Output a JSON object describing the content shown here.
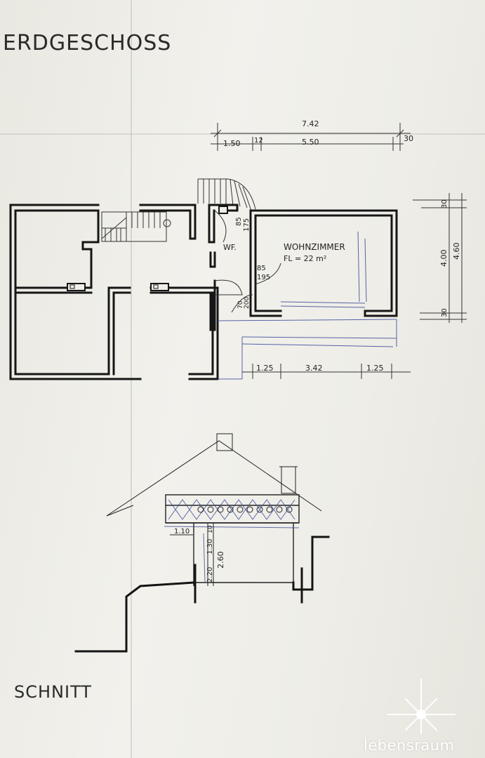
{
  "titles": {
    "floor": "ERDGESCHOSS",
    "section": "SCHNITT"
  },
  "dims_top": {
    "total": "7.42",
    "a": "1.50",
    "b": "12",
    "c": "5.50",
    "d": "30"
  },
  "dims_right": {
    "top": "30",
    "mid": "4.00",
    "total": "4.60",
    "bottom": "30"
  },
  "dims_bottom": {
    "a": "1.25",
    "b": "3.42",
    "c": "1.25"
  },
  "rooms": {
    "wf": "WF.",
    "living_name": "WOHNZIMMER",
    "living_area": "FL = 22 m²"
  },
  "door_labels": {
    "d1_w": "85",
    "d1_h": "175",
    "d2_w": "85",
    "d2_h": "195",
    "d3_w": "70",
    "d3_h": "200"
  },
  "section_dims": {
    "a": "1.10",
    "b": "1.30",
    "c": "2.60",
    "d": "2.20",
    "e": "10"
  },
  "brand": {
    "name": "lebensraum"
  },
  "colors": {
    "ink": "#1a1a1a",
    "pencil": "#3b4a9a",
    "paper": "#efeee8"
  }
}
